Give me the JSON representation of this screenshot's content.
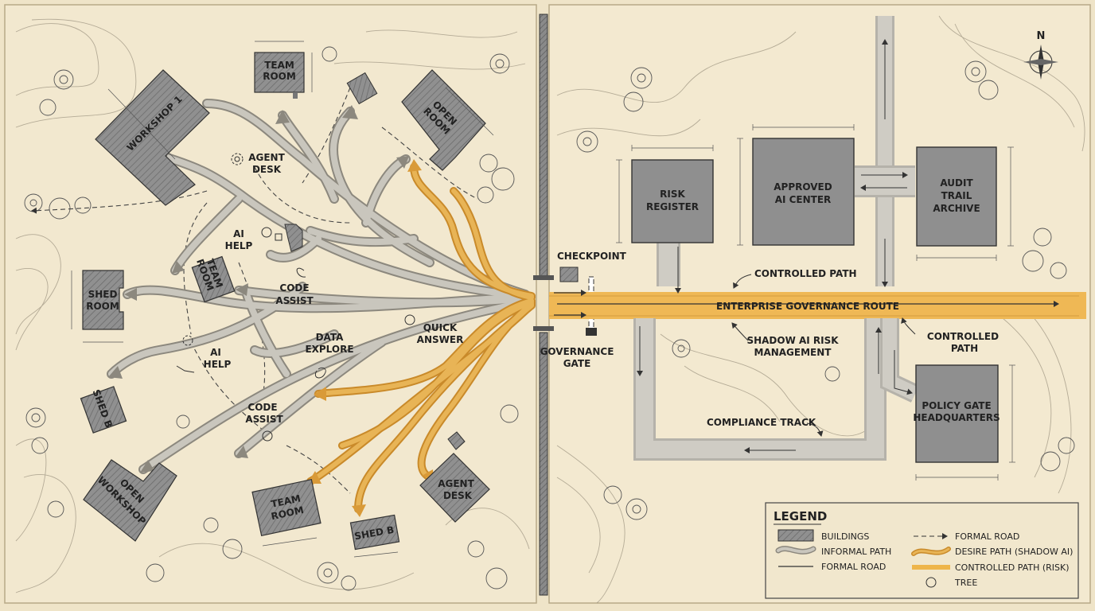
{
  "compass": {
    "north": "N"
  },
  "buildings_left": {
    "workshop_1": "WORKSHOP 1",
    "team_room_top": [
      "TEAM",
      "ROOM"
    ],
    "open_room": [
      "OPEN",
      "ROOM"
    ],
    "team_room_mid": [
      "TEAM",
      "ROOM"
    ],
    "shed_room": [
      "SHED",
      "ROOM"
    ],
    "shed_b_left": "SHED B",
    "open_workshop": [
      "OPEN",
      "WORKSHOP"
    ],
    "team_room_bottom": [
      "TEAM",
      "ROOM"
    ],
    "shed_b_bottom": "SHED B",
    "agent_desk": [
      "AGENT",
      "DESK"
    ]
  },
  "area_labels_left": {
    "agent_desk": [
      "AGENT",
      "DESK"
    ],
    "ai_help_top": [
      "AI",
      "HELP"
    ],
    "code_assist_top": [
      "CODE",
      "ASSIST"
    ],
    "data_explore": [
      "DATA",
      "EXPLORE"
    ],
    "quick_answer": [
      "QUICK",
      "ANSWER"
    ],
    "ai_help_mid": [
      "AI",
      "HELP"
    ],
    "code_assist_bottom": [
      "CODE",
      "ASSIST"
    ]
  },
  "gate_labels": {
    "checkpoint": "CHECKPOINT",
    "governance_gate": [
      "GOVERNANCE",
      "GATE"
    ]
  },
  "buildings_right": {
    "risk_register": [
      "RISK",
      "REGISTER"
    ],
    "approved_ai_center": [
      "APPROVED",
      "AI CENTER"
    ],
    "audit_trail_archive": [
      "AUDIT",
      "TRAIL",
      "ARCHIVE"
    ],
    "policy_gate_hq": [
      "POLICY GATE",
      "HEADQUARTERS"
    ]
  },
  "route_labels_right": {
    "controlled_path_top": "CONTROLLED PATH",
    "enterprise_route": "ENTERPRISE GOVERNANCE ROUTE",
    "shadow_ai_risk": [
      "SHADOW AI RISK",
      "MANAGEMENT"
    ],
    "controlled_path_right": [
      "CONTROLLED",
      "PATH"
    ],
    "compliance_track": "COMPLIANCE TRACK"
  },
  "legend": {
    "title": "LEGEND",
    "items": [
      "BUILDINGS",
      "INFORMAL PATH",
      "FORMAL ROAD",
      "FORMAL ROAD",
      "DESIRE PATH (SHADOW AI)",
      "CONTROLLED PATH (RISK)",
      "TREE"
    ]
  },
  "colors": {
    "paper": "#efe4c8",
    "building": "#8f8f8f",
    "informal_path": "#b9b6ad",
    "desire_path": "#e2aa48",
    "controlled_path": "#eeb54a",
    "ink": "#333333"
  }
}
